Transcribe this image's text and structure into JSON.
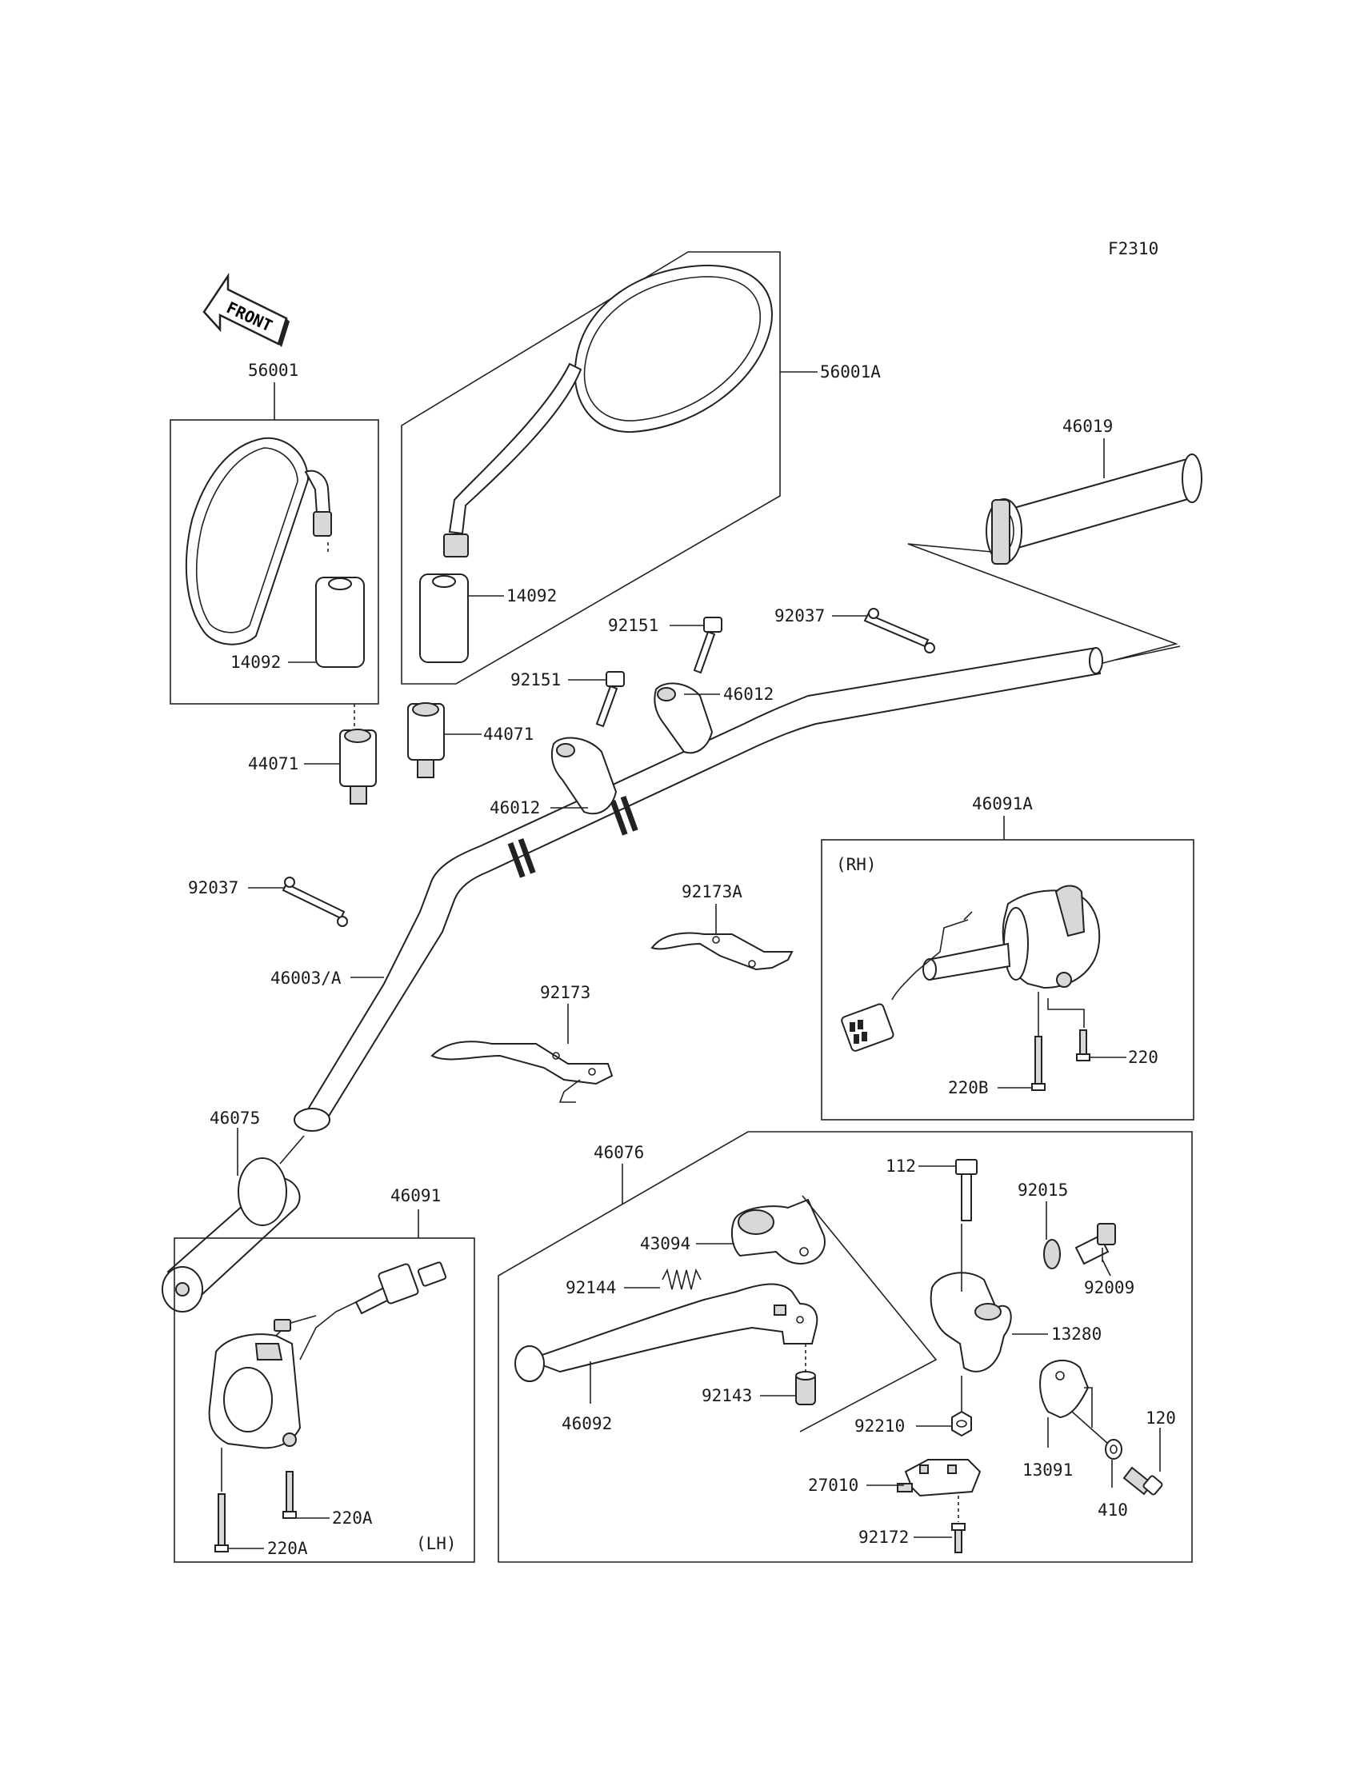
{
  "figure_code": "F2310",
  "front_label": "FRONT",
  "rh_label": "(RH)",
  "lh_label": "(LH)",
  "labels": {
    "p56001": "56001",
    "p56001A": "56001A",
    "p46019": "46019",
    "p14092_right": "14092",
    "p14092_left": "14092",
    "p92151_top": "92151",
    "p92037_top": "92037",
    "p92151_mid": "92151",
    "p46012_right": "46012",
    "p44071_right": "44071",
    "p44071_left": "44071",
    "p46012_left": "46012",
    "p46091A": "46091A",
    "p92037_left": "92037",
    "p92173A": "92173A",
    "p46003A": "46003/A",
    "p92173": "92173",
    "p220": "220",
    "p220B": "220B",
    "p46075": "46075",
    "p46076": "46076",
    "p112": "112",
    "p92015": "92015",
    "p46091": "46091",
    "p43094": "43094",
    "p92009": "92009",
    "p92144": "92144",
    "p13280": "13280",
    "p46092": "46092",
    "p92143": "92143",
    "p92210": "92210",
    "p120": "120",
    "p13091": "13091",
    "p27010": "27010",
    "p410": "410",
    "p220A_upper": "220A",
    "p220A_lower": "220A",
    "p92172": "92172"
  }
}
